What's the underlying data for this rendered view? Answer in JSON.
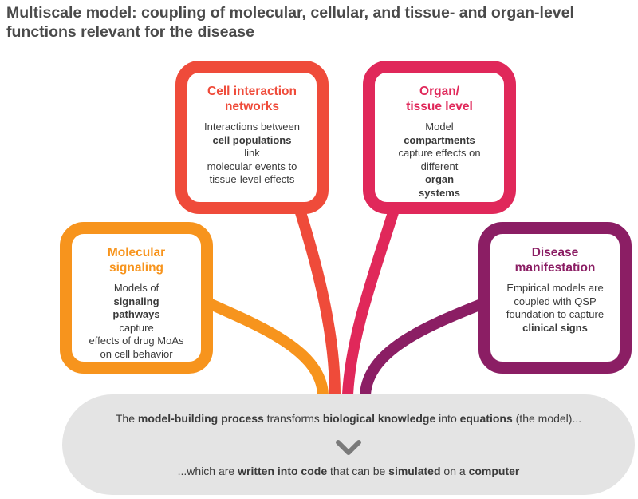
{
  "title": {
    "line1": "Multiscale model: coupling of molecular, cellular, and tissue- and organ-level",
    "line2": "functions relevant for the disease"
  },
  "colors": {
    "molecular": "#f7941d",
    "cell": "#ef4b3a",
    "organ": "#e0285a",
    "disease": "#8b1e64",
    "bottom_box": "#e4e4e4",
    "chevron": "#7a7a7a"
  },
  "cards": {
    "molecular": {
      "title_l1": "Molecular",
      "title_l2": "signaling",
      "l1_a": "Models of ",
      "l1_b": "signaling",
      "l2_a": "pathways",
      "l2_b": " capture",
      "l3": "effects of drug MoAs",
      "l4": "on cell behavior"
    },
    "cell": {
      "title_l1": "Cell interaction",
      "title_l2": "networks",
      "l1": "Interactions between",
      "l2_a": "cell populations",
      "l2_b": " link",
      "l3": "molecular events to",
      "l4": "tissue-level effects"
    },
    "organ": {
      "title_l1": "Organ/",
      "title_l2": "tissue level",
      "l1_a": "Model ",
      "l1_b": "compartments",
      "l2": "capture effects on",
      "l3_a": "different ",
      "l3_b": "organ",
      "l4": "systems"
    },
    "disease": {
      "title_l1": "Disease",
      "title_l2": "manifestation",
      "l1": "Empirical models are",
      "l2": "coupled with QSP",
      "l3": "foundation to capture",
      "l4": "clinical signs"
    }
  },
  "bottom": {
    "line1": {
      "a": "The ",
      "b": "model-building process",
      "c": " transforms ",
      "d": "biological knowledge",
      "e": " into ",
      "f": "equations",
      "g": " (the model)..."
    },
    "line2": {
      "a": "...which are ",
      "b": "written into code",
      "c": " that can be ",
      "d": "simulated",
      "e": " on a ",
      "f": "computer"
    },
    "chevron_icon": "chevron-down-icon"
  }
}
